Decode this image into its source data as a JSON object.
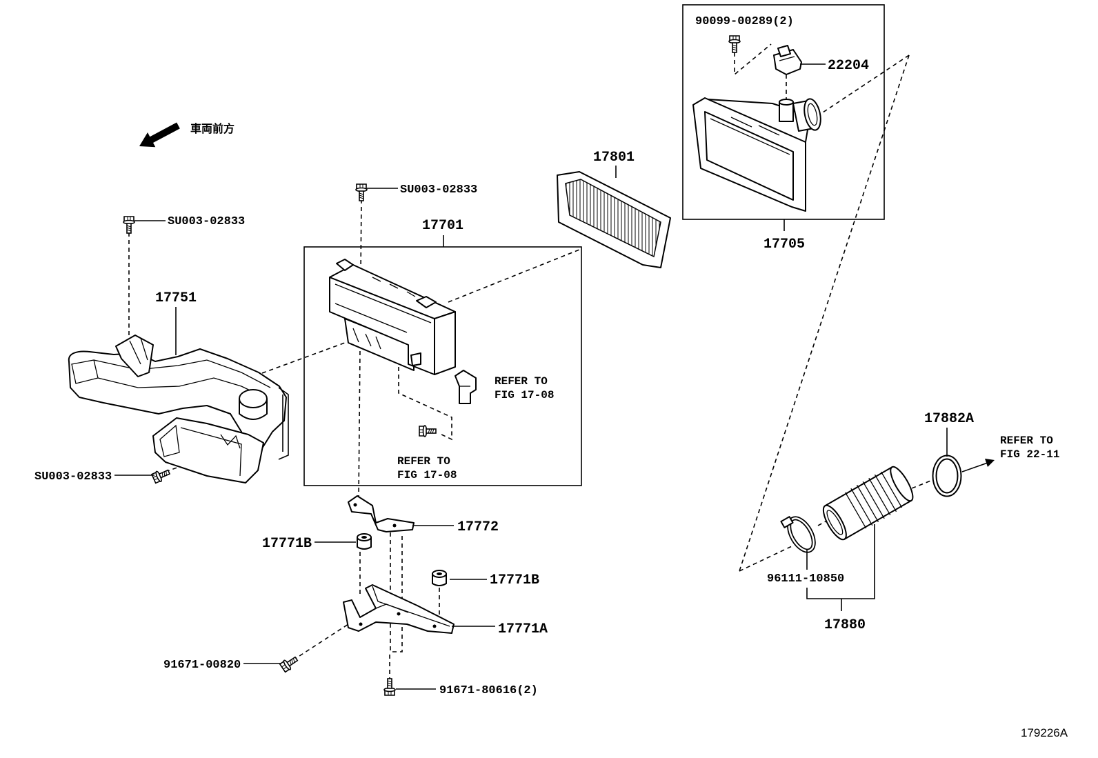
{
  "direction_label": "車両前方",
  "labels": {
    "su003_top": "SU003-02833",
    "su003_left": "SU003-02833",
    "su003_bottom": "SU003-02833",
    "part_17751": "17751",
    "part_17701": "17701",
    "part_17801": "17801",
    "part_90099_00289": "90099-00289(2)",
    "part_22204": "22204",
    "part_17705": "17705",
    "part_17882a": "17882A",
    "part_96111_10850": "96111-10850",
    "part_17880": "17880",
    "part_17772": "17772",
    "part_17771b_upper": "17771B",
    "part_17771b_lower": "17771B",
    "part_17771a": "17771A",
    "part_91671_00820": "91671-00820",
    "part_91671_80616": "91671-80616(2)"
  },
  "references": {
    "sensor_ref": {
      "line1": "REFER TO",
      "line2": "FIG 17-08"
    },
    "screw_ref": {
      "line1": "REFER TO",
      "line2": "FIG 17-08"
    },
    "hose_ref": {
      "line1": "REFER TO",
      "line2": "FIG 22-11"
    }
  },
  "figure_id": "179226A"
}
